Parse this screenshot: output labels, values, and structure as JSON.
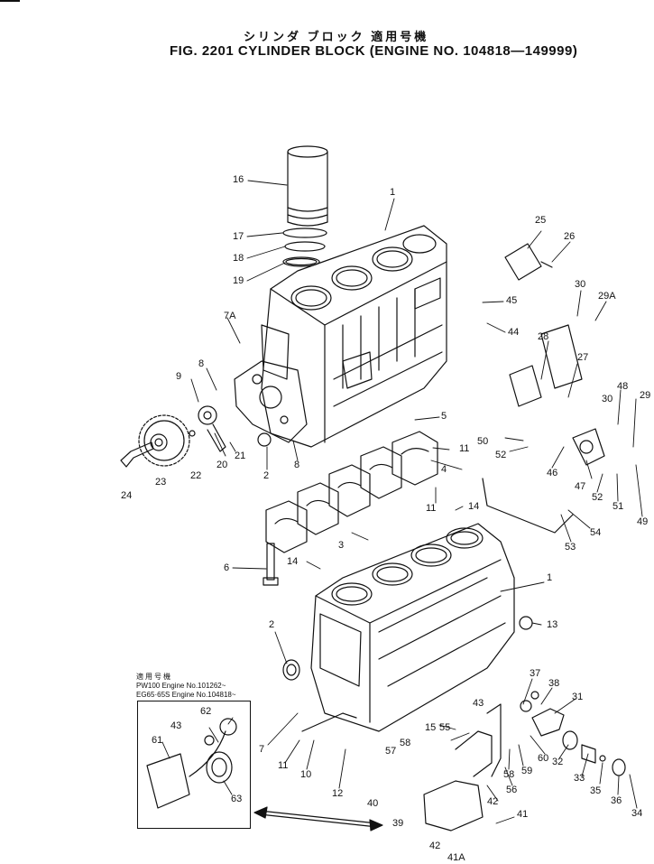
{
  "header": {
    "japanese_title": "シリンダ ブロック 適用号機",
    "figure_title": "FIG. 2201  CYLINDER BLOCK (ENGINE NO. 104818—149999)"
  },
  "applicability_note": {
    "heading": "適用号機",
    "lines": [
      "PW100  Engine No.101262~",
      "EG65·65S Engine No.104818~"
    ]
  },
  "callouts": [
    "1",
    "1",
    "2",
    "2",
    "3",
    "4",
    "5",
    "6",
    "7",
    "7A",
    "8",
    "8",
    "9",
    "10",
    "11",
    "11",
    "11",
    "12",
    "13",
    "14",
    "14",
    "15",
    "16",
    "17",
    "18",
    "19",
    "20",
    "21",
    "22",
    "23",
    "24",
    "25",
    "26",
    "27",
    "28",
    "29",
    "29A",
    "30",
    "30",
    "31",
    "32",
    "33",
    "34",
    "35",
    "36",
    "37",
    "38",
    "39",
    "40",
    "41",
    "41A",
    "42",
    "42",
    "43",
    "43",
    "44",
    "45",
    "46",
    "47",
    "48",
    "49",
    "50",
    "51",
    "52",
    "52",
    "53",
    "54",
    "55",
    "56",
    "57",
    "58",
    "58",
    "59",
    "60",
    "61",
    "62",
    "63"
  ]
}
